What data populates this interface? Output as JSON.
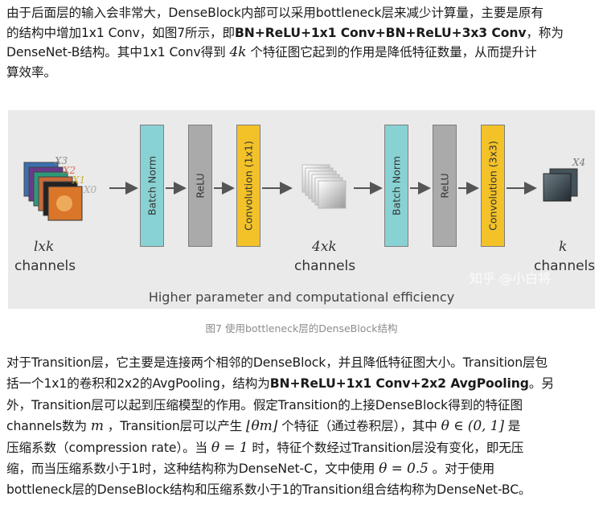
{
  "para1": {
    "l1": "由于后面层的输入会非常大，DenseBlock内部可以采用bottleneck层来减少计算量，主要是原有",
    "l2a": "的结构中增加1x1 Conv，如图7所示，即",
    "l2b": "BN+ReLU+1x1 Conv+BN+ReLU+3x3 Conv",
    "l2c": "，称为",
    "l3a": "DenseNet-B结构。其中1x1 Conv得到 ",
    "l3m": "4k",
    "l3b": " 个特征图它起到的作用是降低特征数量，从而提升计",
    "l4": "算效率。"
  },
  "figure": {
    "blocks": [
      "Batch Norm",
      "ReLU",
      "Convolution (1x1)",
      "Batch Norm",
      "ReLU",
      "Convolution (3x3)"
    ],
    "input_var": "lxk",
    "input_channels": "channels",
    "mid_var": "4xk",
    "mid_channels": "channels",
    "out_var": "k",
    "out_channels": "channels",
    "stack_labels": [
      "X3",
      "X2",
      "X1",
      "X0"
    ],
    "out_label": "X4",
    "bottom_text": "Higher parameter and computational efficiency",
    "watermark": "知乎 @小白将",
    "colors": {
      "batch_norm": "#89d2d4",
      "relu": "#aaaaaa",
      "convolution": "#f3c228",
      "background": "#eaeaea"
    }
  },
  "caption": "图7 使用bottleneck层的DenseBlock结构",
  "para2": {
    "l1": "对于Transition层，它主要是连接两个相邻的DenseBlock，并且降低特征图大小。Transition层包",
    "l2a": "括一个1x1的卷积和2x2的AvgPooling，结构为",
    "l2b": "BN+ReLU+1x1 Conv+2x2 AvgPooling",
    "l2c": "。另",
    "l3": "外，Transition层可以起到压缩模型的作用。假定Transition的上接DenseBlock得到的特征图",
    "l4a": "channels数为 ",
    "l4m1": "m",
    "l4b": " ，Transition层可以产生 ",
    "l4m2": "⌊θm⌋",
    "l4c": " 个特征（通过卷积层），其中 ",
    "l4m3": "θ ∈ (0, 1]",
    "l4d": " 是",
    "l5a": "压缩系数（compression rate）。当 ",
    "l5m": "θ = 1",
    "l5b": " 时，特征个数经过Transition层没有变化，即无压",
    "l6a": "缩，而当压缩系数小于1时，这种结构称为DenseNet-C，文中使用 ",
    "l6m": "θ = 0.5",
    "l6b": " 。对于使用",
    "l7": "bottleneck层的DenseBlock结构和压缩系数小于1的Transition组合结构称为DenseNet-BC。"
  }
}
